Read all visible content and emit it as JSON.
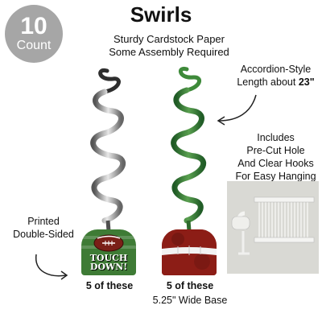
{
  "badge": {
    "count": "10",
    "label": "Count"
  },
  "title": "Swirls",
  "subtitle_lines": [
    "Sturdy Cardstock Paper",
    "Some Assembly Required"
  ],
  "accordion_note": {
    "line1": "Accordion-Style",
    "line2_prefix": "Length about ",
    "length_value": "23\""
  },
  "includes_note": [
    "Includes",
    "Pre-Cut Hole",
    "And Clear Hooks",
    "For Easy Hanging"
  ],
  "printed_note": [
    "Printed",
    "Double-Sided"
  ],
  "left_swirl": {
    "base_text_line1": "TOUCH",
    "base_text_line2": "DOWN!",
    "caption": "5 of these"
  },
  "right_swirl": {
    "caption": "5 of these",
    "base_width": "5.25\" Wide Base"
  },
  "colors": {
    "badge": "#a6a6a6",
    "field_green": "#3e7b35",
    "football_brown": "#7a1f17",
    "silver": "#9a9a9a"
  }
}
